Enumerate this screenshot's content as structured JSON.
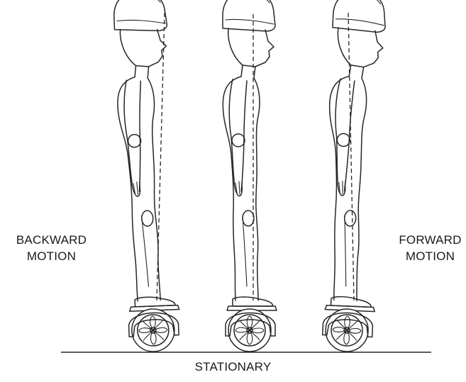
{
  "labels": {
    "backward": [
      "BACKWARD",
      "MOTION"
    ],
    "forward": [
      "FORWARD",
      "MOTION"
    ],
    "stationary": "STATIONARY"
  },
  "figures": [
    {
      "name": "backward-rider",
      "posture": "leaning backward"
    },
    {
      "name": "stationary-rider",
      "posture": "upright"
    },
    {
      "name": "forward-rider",
      "posture": "leaning forward"
    }
  ],
  "colors": {
    "ink": "#262626",
    "background": "#ffffff"
  }
}
